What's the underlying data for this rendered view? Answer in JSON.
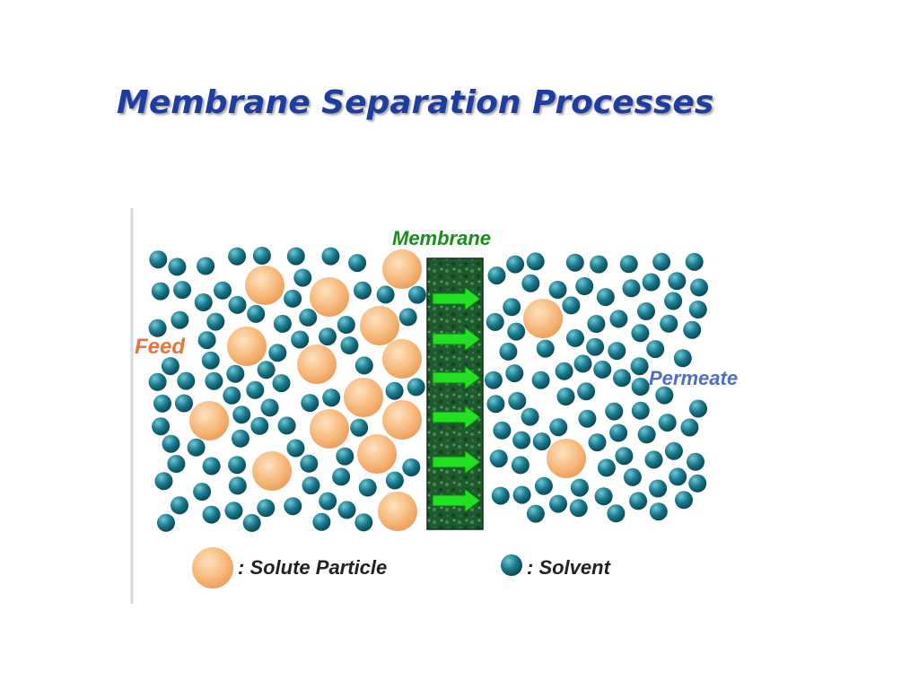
{
  "slide": {
    "title": "Membrane Separation Processes"
  },
  "diagram": {
    "membrane_label": "Membrane",
    "feed_label": "Feed",
    "permeate_label": "Permeate",
    "legend": {
      "solute_label": ": Solute Particle",
      "solvent_label": ": Solvent"
    },
    "colors": {
      "title": "#1f3d9e",
      "membrane_label": "#1a8c1a",
      "feed_label": "#e8743b",
      "permeate_label": "#4f6fc4",
      "solvent": "#1a7a8c",
      "solute": "#f7b97a",
      "membrane": "#1f5a2e",
      "arrow": "#22e022"
    },
    "icons": [
      "right-arrow-icon",
      "solute-particle-icon",
      "solvent-molecule-icon"
    ]
  }
}
